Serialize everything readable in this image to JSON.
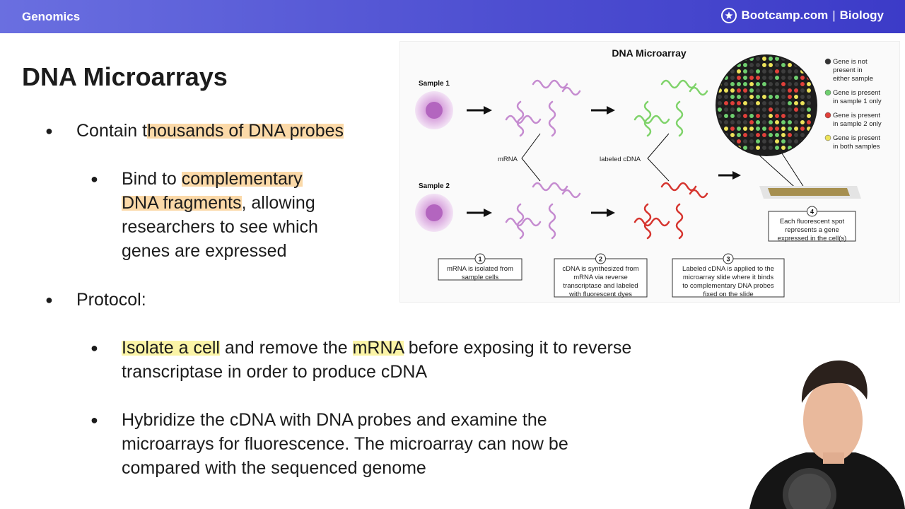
{
  "header": {
    "course": "Genomics",
    "brand": "Bootcamp.com",
    "separator": "|",
    "subject": "Biology"
  },
  "slide": {
    "title": "DNA Microarrays",
    "bullets": [
      {
        "pre": "Contain t",
        "hl": "housands of DNA probes",
        "post": ""
      },
      {
        "hl": "complementary",
        "pre": "Bind to ",
        "line2_hl": "DNA fragments",
        "line2_post": ", allowing",
        "line3": "researchers to see which",
        "line4": "genes are expressed"
      },
      {
        "text": "Protocol:"
      },
      {
        "hl1": "Isolate a cell",
        "mid": " and remove the ",
        "hl2": "mRNA",
        "post": " before exposing it to reverse",
        "line2": "transcriptase in order to produce cDNA"
      },
      {
        "line1": "Hybridize the cDNA with DNA probes and examine the",
        "line2": "microarrays for fluorescence. The microarray can now be",
        "line3": "compared with the sequenced genome"
      }
    ]
  },
  "diagram": {
    "title": "DNA Microarray",
    "sample1": "Sample 1",
    "sample2": "Sample 2",
    "mrna_label": "mRNA",
    "cdna_label": "labeled cDNA",
    "legend": [
      {
        "color": "#333333",
        "lines": [
          "Gene is not",
          "present in",
          "either sample"
        ]
      },
      {
        "color": "#6fcf6f",
        "lines": [
          "Gene is present",
          "in sample 1 only"
        ]
      },
      {
        "color": "#e0403a",
        "lines": [
          "Gene is present",
          "in sample 2 only"
        ]
      },
      {
        "color": "#ede35a",
        "lines": [
          "Gene is present",
          "in both samples"
        ]
      }
    ],
    "steps": [
      {
        "num": "1",
        "lines": [
          "mRNA is isolated from",
          "sample cells"
        ]
      },
      {
        "num": "2",
        "lines": [
          "cDNA is synthesized from",
          "mRNA via reverse",
          "transcriptase and labeled",
          "with fluorescent dyes"
        ]
      },
      {
        "num": "3",
        "lines": [
          "Labeled cDNA is applied to the",
          "microarray slide where it binds",
          "to complementary DNA probes",
          "fixed on the slide"
        ]
      },
      {
        "num": "4",
        "lines": [
          "Each fluorescent spot",
          "represents a gene",
          "expressed in the cell(s)"
        ]
      }
    ]
  },
  "colors": {
    "header_start": "#6a6fe0",
    "header_end": "#3c3bc8",
    "highlight_orange": "#fbd9a8",
    "highlight_yellow": "#fbf4a6",
    "cell": "#c77fcf",
    "strand_green": "#7fd36a",
    "strand_red": "#d6352f"
  }
}
